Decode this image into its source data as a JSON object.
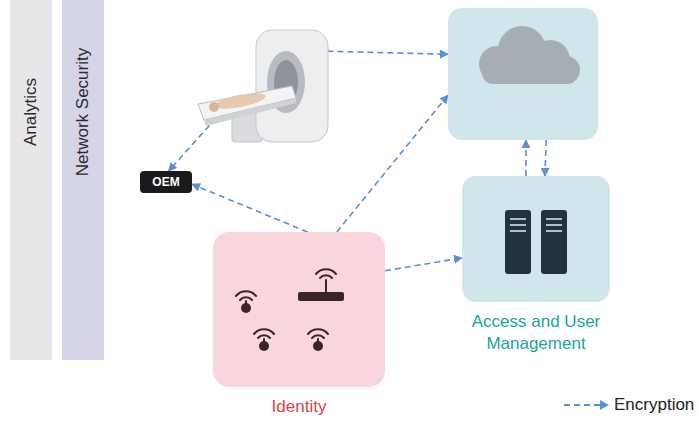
{
  "diagram": {
    "nodes": [
      {
        "text": [
          "Analytics"
        ]
      },
      {
        "text": [
          "Network Security"
        ]
      },
      {
        "text": []
      },
      {
        "text": []
      },
      {
        "text": [
          "OEM"
        ]
      },
      {
        "text": [
          "Access and User Management"
        ]
      },
      {
        "text": [
          "Identity"
        ]
      }
    ],
    "edges": [
      {
        "from": 2,
        "to": 4,
        "arrow": "to"
      },
      {
        "from": 2,
        "to": 3,
        "arrow": "to"
      },
      {
        "from": 6,
        "to": 4,
        "arrow": "to"
      },
      {
        "from": 6,
        "to": 3,
        "arrow": "to"
      },
      {
        "from": 6,
        "to": 5,
        "arrow": "to"
      },
      {
        "from": 5,
        "to": 3,
        "arrow": "to"
      },
      {
        "from": 3,
        "to": 5,
        "arrow": "to"
      }
    ],
    "legend": [
      {
        "text": "Encryption"
      }
    ]
  }
}
